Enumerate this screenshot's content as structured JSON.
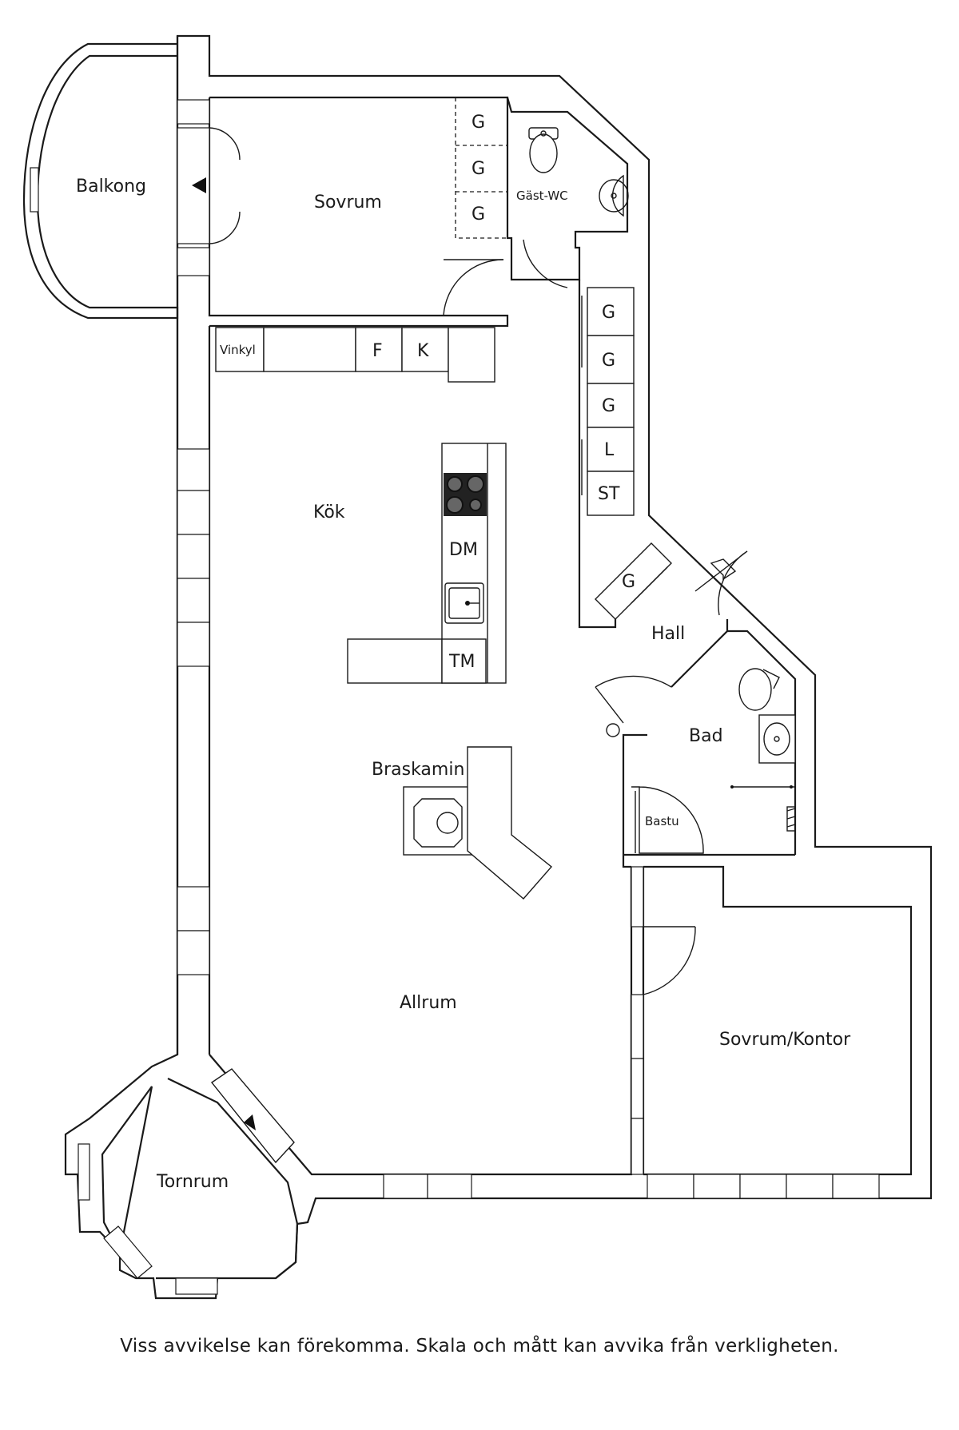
{
  "rooms": {
    "balkong": "Balkong",
    "sovrum": "Sovrum",
    "gast_wc": "Gäst-WC",
    "kok": "Kök",
    "hall": "Hall",
    "bad": "Bad",
    "bastu": "Bastu",
    "braskamin": "Braskamin",
    "allrum": "Allrum",
    "sovrum_kontor": "Sovrum/Kontor",
    "tornrum": "Tornrum"
  },
  "fixtures": {
    "wardrobe": "G",
    "vinkyl": "Vinkyl",
    "fridge": "F",
    "freezer": "K",
    "dishwasher": "DM",
    "washer": "TM",
    "linen": "L",
    "cleaning": "ST"
  },
  "footer": {
    "disclaimer": "Viss avvikelse kan förekomma. Skala och mått kan avvika från verkligheten."
  }
}
